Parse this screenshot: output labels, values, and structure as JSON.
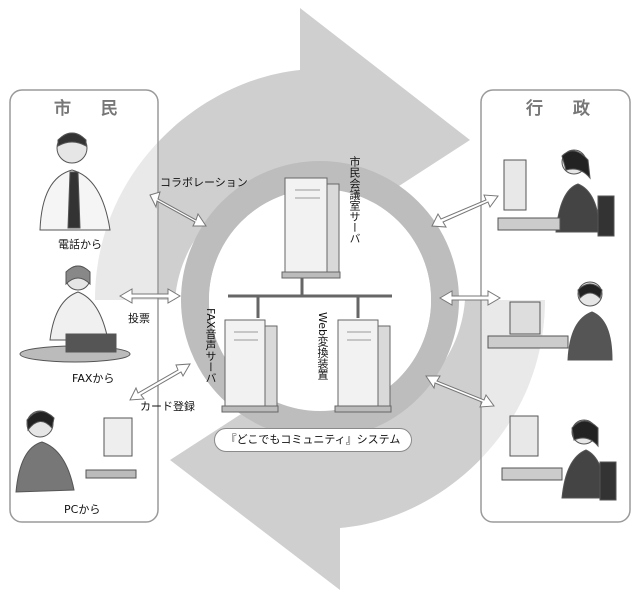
{
  "panels": {
    "citizen_title": "市 民",
    "admin_title": "行 政"
  },
  "citizen_labels": {
    "phone": "電話から",
    "fax": "FAXから",
    "pc": "PCから"
  },
  "arrow_labels": {
    "collaboration": "コラボレーション",
    "voting": "投票",
    "card_register": "カード登録"
  },
  "servers": {
    "assembly": "市民会議室サーバ",
    "fax_voice": "FAX音声サーバ",
    "web_converter": "Web変換装置"
  },
  "system_label": "『どこでもコミュニティ』システム",
  "colors": {
    "big_arrow": "#c8c8c8",
    "ring": "#bdbdbd",
    "panel_border": "#9a9a9a",
    "server_body": "#f2f2f2"
  }
}
